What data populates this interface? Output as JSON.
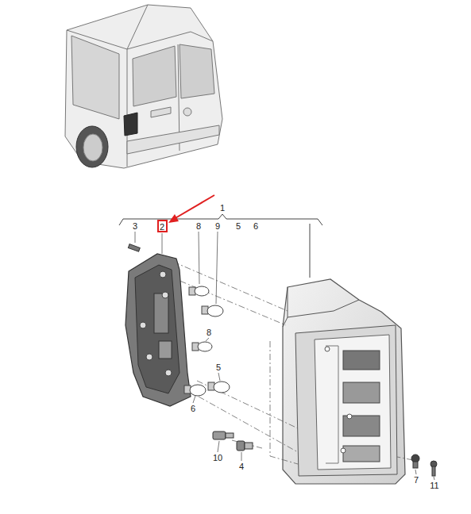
{
  "diagram": {
    "nodes": [
      {
        "text": [
          "2"
        ]
      }
    ],
    "labels": [
      "1",
      "3",
      "8",
      "9",
      "5",
      "6",
      "8",
      "5",
      "6",
      "10",
      "4",
      "7",
      "11"
    ]
  }
}
